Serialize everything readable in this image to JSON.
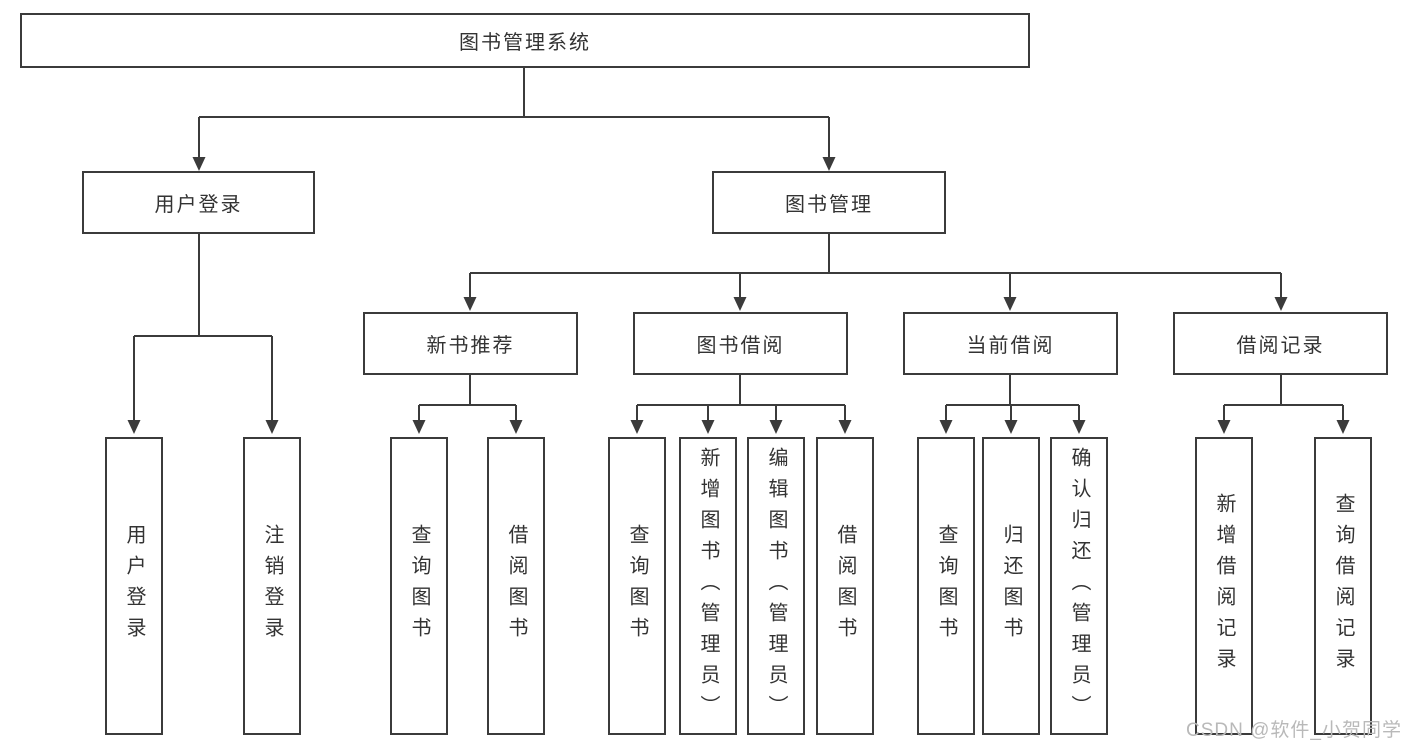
{
  "watermark": {
    "text": "CSDN @软件_小贺同学"
  },
  "colors": {
    "line": "#3b3b3b",
    "text": "#333333",
    "background": "#ffffff",
    "watermark": "#b9b9b9"
  },
  "tree": {
    "label": "图书管理系统",
    "children": [
      {
        "label": "用户登录",
        "children": [
          {
            "label": "用户登录"
          },
          {
            "label": "注销登录"
          }
        ]
      },
      {
        "label": "图书管理",
        "children": [
          {
            "label": "新书推荐",
            "children": [
              {
                "label": "查询图书"
              },
              {
                "label": "借阅图书"
              }
            ]
          },
          {
            "label": "图书借阅",
            "children": [
              {
                "label": "查询图书"
              },
              {
                "label": "新增图书（管理员）"
              },
              {
                "label": "编辑图书（管理员）"
              },
              {
                "label": "借阅图书"
              }
            ]
          },
          {
            "label": "当前借阅",
            "children": [
              {
                "label": "查询图书"
              },
              {
                "label": "归还图书"
              },
              {
                "label": "确认归还（管理员）"
              }
            ]
          },
          {
            "label": "借阅记录",
            "children": [
              {
                "label": "新增借阅记录"
              },
              {
                "label": "查询借阅记录"
              }
            ]
          }
        ]
      }
    ]
  }
}
